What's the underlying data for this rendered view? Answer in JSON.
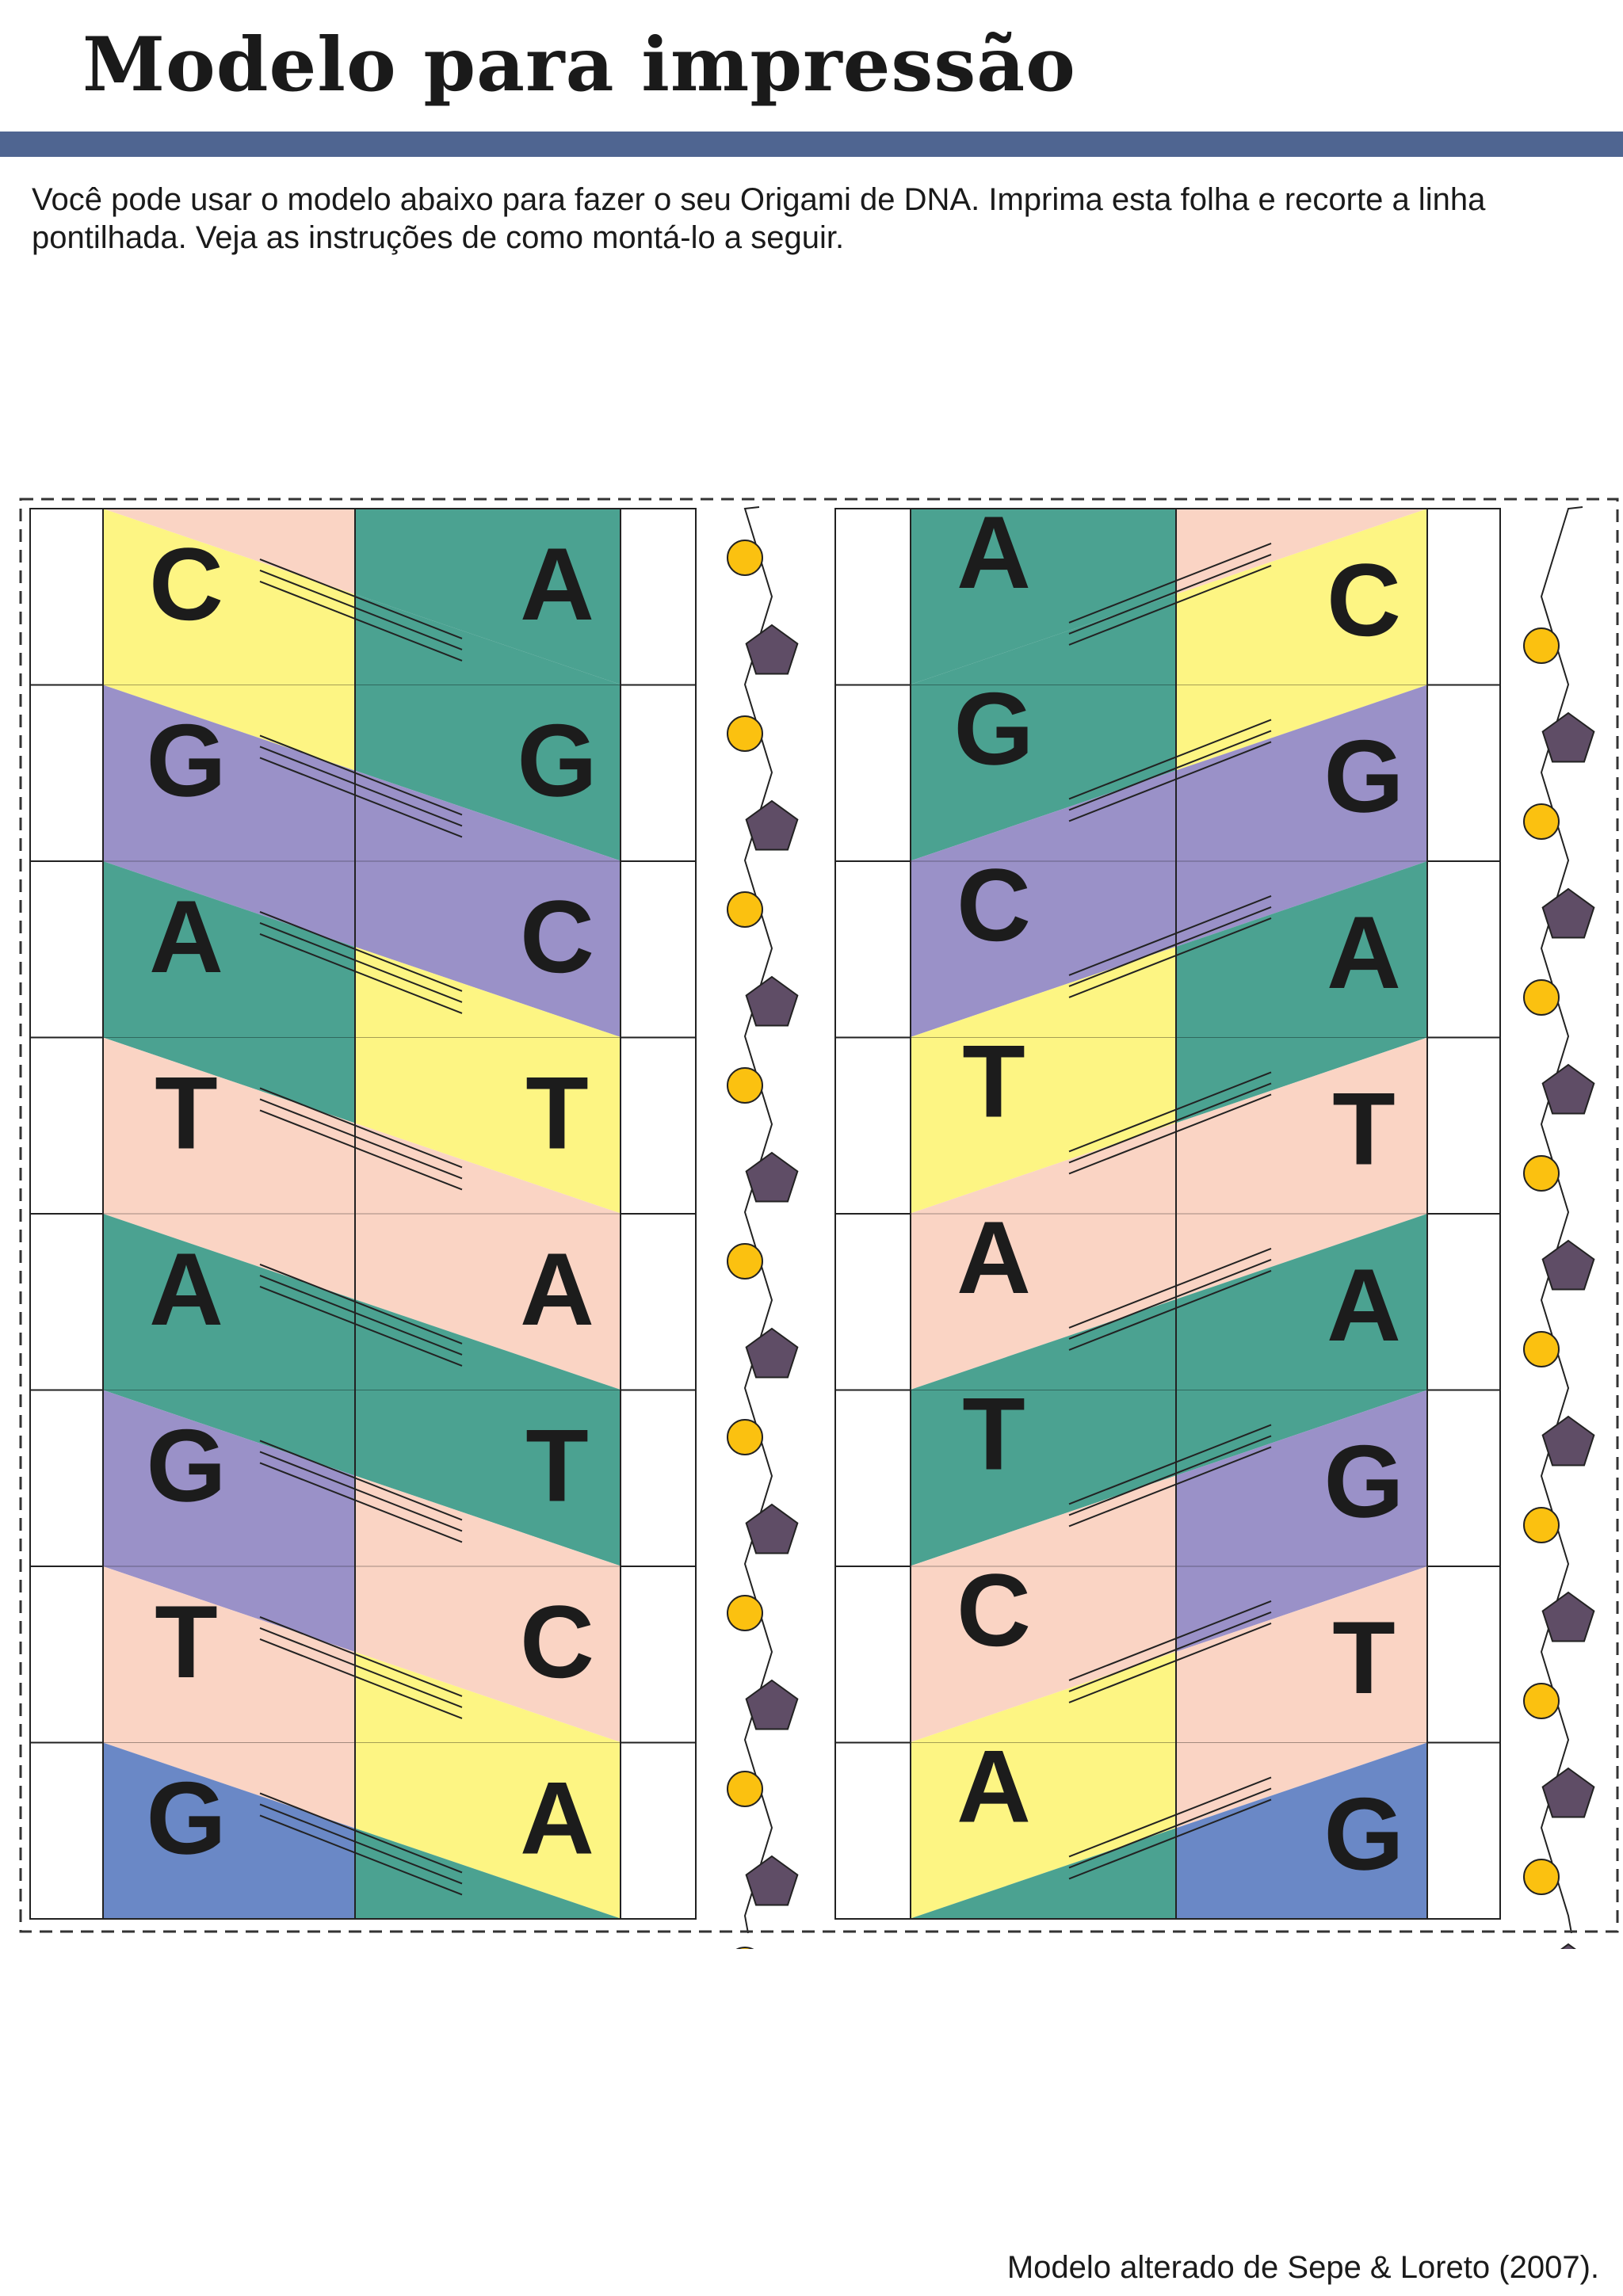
{
  "header": {
    "title": "Modelo para impressão",
    "rule_color": "#4f6591"
  },
  "intro": {
    "line1": "Você pode usar o modelo abaixo para fazer o seu Origami de DNA. Imprima esta folha e recorte a  linha",
    "line2": "pontilhada. Veja as instruções de como montá-lo a seguir."
  },
  "colors": {
    "A": "#4ba291",
    "T": "#fad4c4",
    "C": "#fdf583",
    "G_purple": "#9a91c8",
    "G_blue": "#6a88c6",
    "sugar": "#5f4d66",
    "phosphate": "#fbc110"
  },
  "icons": {
    "sugar": "pentagon-sugar-icon",
    "phosphate": "circle-phosphate-icon"
  },
  "strands": [
    {
      "left": [
        "C",
        "G",
        "A",
        "T",
        "A",
        "G",
        "T",
        "G"
      ],
      "right": [
        "A",
        "G",
        "C",
        "T",
        "A",
        "T",
        "C",
        "A"
      ]
    },
    {
      "left": [
        "A",
        "G",
        "C",
        "T",
        "A",
        "T",
        "C",
        "A"
      ],
      "right": [
        "C",
        "G",
        "A",
        "T",
        "A",
        "G",
        "T",
        "G"
      ]
    }
  ],
  "footer": {
    "credit": "Modelo alterado de Sepe & Loreto (2007)."
  }
}
